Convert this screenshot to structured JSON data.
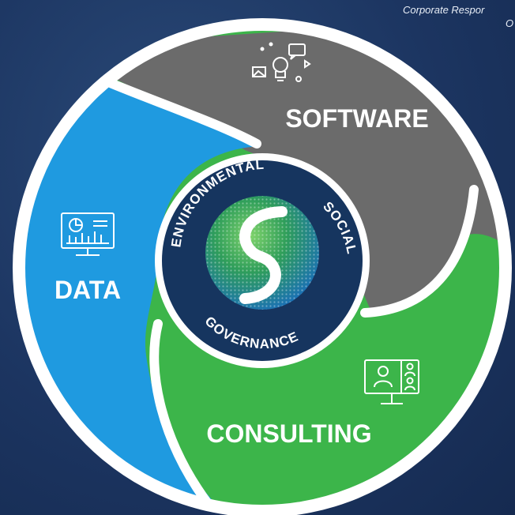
{
  "caption": {
    "line1": "Corporate Respor",
    "line2": "O"
  },
  "segments": {
    "software": "SOFTWARE",
    "data": "DATA",
    "consulting": "CONSULTING"
  },
  "ring": {
    "environmental": "ENVIRONMENTAL",
    "social": "SOCIAL",
    "governance": "GOVERNANCE"
  },
  "colors": {
    "background": "#1c3561",
    "software": "#6b6b6b",
    "data": "#1f9ae0",
    "consulting": "#3cb54a",
    "ring": "#16355f",
    "outline": "#ffffff"
  },
  "icons": {
    "software": "ideas-bulb-icon",
    "data": "monitor-chart-icon",
    "consulting": "video-meeting-icon",
    "center": "globe-logo-icon"
  }
}
